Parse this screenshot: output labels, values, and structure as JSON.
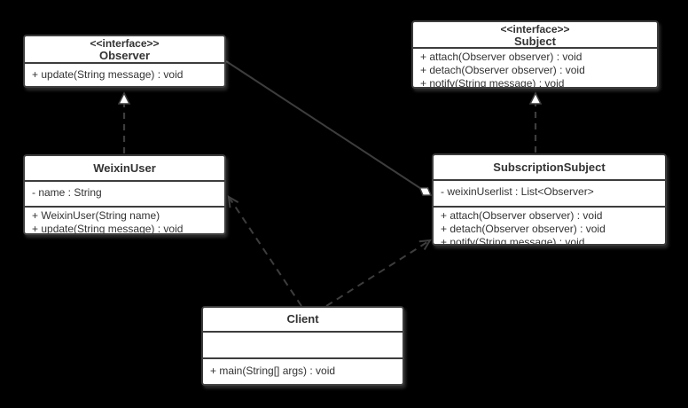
{
  "diagram": {
    "kind": "uml-class-diagram",
    "colors": {
      "background": "#000000",
      "node_fill": "#ffffff",
      "node_border": "#3d3d3d",
      "text": "#333333",
      "connector": "#3d3d3d",
      "arrowhead_fill": "#ffffff"
    },
    "classes": [
      {
        "id": "observer",
        "stereotype": "<<interface>>",
        "name": "Observer",
        "attributes": [],
        "methods": [
          "+ update(String message) : void"
        ]
      },
      {
        "id": "subject",
        "stereotype": "<<interface>>",
        "name": "Subject",
        "attributes": [],
        "methods": [
          "+ attach(Observer observer) : void",
          "+ detach(Observer observer) : void",
          "+ notify(String message) : void"
        ]
      },
      {
        "id": "weixin-user",
        "stereotype": "",
        "name": "WeixinUser",
        "attributes": [
          "- name : String"
        ],
        "methods": [
          "+ WeixinUser(String name)",
          "+ update(String message) : void"
        ]
      },
      {
        "id": "subscription-subject",
        "stereotype": "",
        "name": "SubscriptionSubject",
        "attributes": [
          "- weixinUserlist : List<Observer>"
        ],
        "methods": [
          "+ attach(Observer observer) : void",
          "+ detach(Observer observer) : void",
          "+ notify(String message) : void"
        ]
      },
      {
        "id": "client",
        "stereotype": "",
        "name": "Client",
        "attributes": [],
        "methods": [
          "+ main(String[] args) : void"
        ]
      }
    ],
    "relationships": [
      {
        "from": "WeixinUser",
        "to": "Observer",
        "type": "realization",
        "line": "dashed",
        "arrowhead": "hollow-triangle"
      },
      {
        "from": "SubscriptionSubject",
        "to": "Subject",
        "type": "realization",
        "line": "dashed",
        "arrowhead": "hollow-triangle"
      },
      {
        "from": "Observer",
        "to": "SubscriptionSubject",
        "type": "aggregation",
        "line": "solid",
        "arrowhead": "hollow-diamond"
      },
      {
        "from": "Client",
        "to": "WeixinUser",
        "type": "dependency",
        "line": "dashed",
        "arrowhead": "open-arrow"
      },
      {
        "from": "Client",
        "to": "SubscriptionSubject",
        "type": "dependency",
        "line": "dashed",
        "arrowhead": "open-arrow"
      }
    ]
  }
}
